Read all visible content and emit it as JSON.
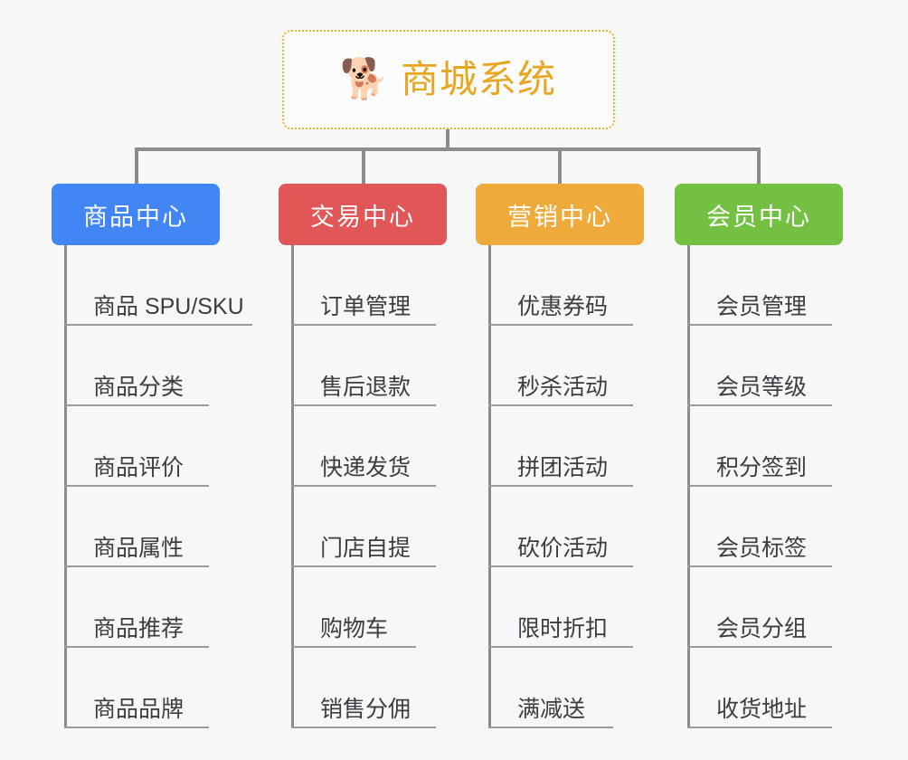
{
  "page": {
    "background_color": "#f7f7f7",
    "line_color": "#8c8c8c",
    "leaf_text_color": "#3b3d42"
  },
  "root": {
    "icon": "shiba-dog-face-emoji",
    "icon_glyph": "🐕",
    "title": "商城系统",
    "title_color": "#e8a723",
    "border_color": "#f0b429",
    "border_style": "dotted"
  },
  "branches": [
    {
      "id": "product-center",
      "label": "商品中心",
      "color": "#4285f4",
      "items": [
        "商品 SPU/SKU",
        "商品分类",
        "商品评价",
        "商品属性",
        "商品推荐",
        "商品品牌"
      ]
    },
    {
      "id": "trade-center",
      "label": "交易中心",
      "color": "#e15757",
      "items": [
        "订单管理",
        "售后退款",
        "快递发货",
        "门店自提",
        "购物车",
        "销售分佣"
      ]
    },
    {
      "id": "marketing-center",
      "label": "营销中心",
      "color": "#eeab3c",
      "items": [
        "优惠券码",
        "秒杀活动",
        "拼团活动",
        "砍价活动",
        "限时折扣",
        "满减送"
      ]
    },
    {
      "id": "member-center",
      "label": "会员中心",
      "color": "#73c043",
      "items": [
        "会员管理",
        "会员等级",
        "积分签到",
        "会员标签",
        "会员分组",
        "收货地址"
      ]
    }
  ]
}
